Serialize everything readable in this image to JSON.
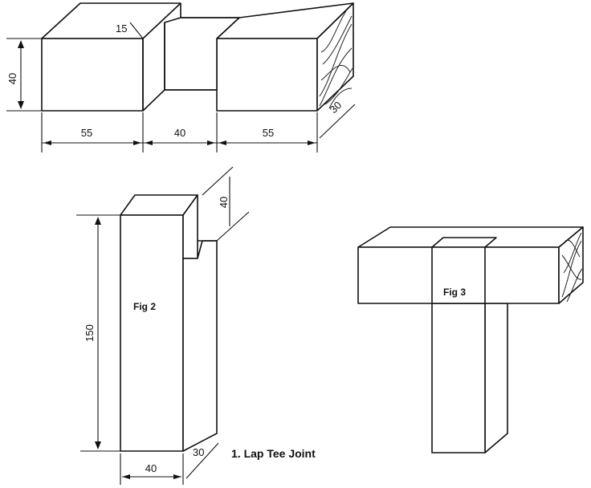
{
  "figure1": {
    "dims": {
      "height": "40",
      "lap_depth": "15",
      "left_len": "55",
      "slot_width": "40",
      "right_len": "55",
      "width": "30"
    }
  },
  "figure2": {
    "label": "Fig 2",
    "dims": {
      "length": "150",
      "lap_len": "40",
      "width": "40",
      "thickness": "30"
    }
  },
  "figure3": {
    "label": "Fig 3"
  },
  "caption": "1. Lap Tee Joint"
}
